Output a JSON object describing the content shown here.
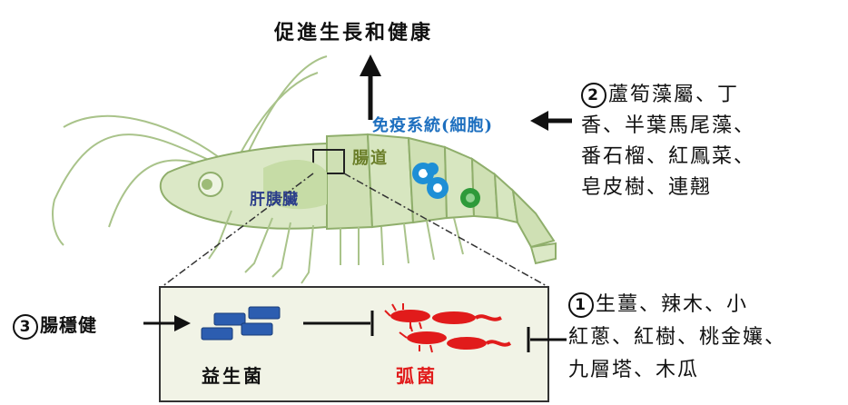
{
  "title": "促進生長和健康",
  "labels": {
    "immune": "免疫系統(細胞)",
    "gut": "腸道",
    "liver": "肝胰臟",
    "probiotic": "益生菌",
    "vibrio": "弧菌"
  },
  "groups": {
    "g1": {
      "num": "1",
      "text": "生薑、辣木、小\n紅蔥、紅樹、桃金孃、\n九層塔、木瓜"
    },
    "g2": {
      "num": "2",
      "text": "蘆筍藻屬、丁\n香、半葉馬尾藻、\n番石榴、紅鳳菜、\n皂皮樹、連翹"
    },
    "g3": {
      "num": "3",
      "text": "腸穩健"
    }
  },
  "colors": {
    "shrimp": "#cfe0b4",
    "shrimp_stroke": "#8fae6b",
    "probiotic": "#2c5db0",
    "vibrio": "#e11b1b",
    "immune_cells": "#1e8fd6",
    "box_fill": "#f1f3e6"
  }
}
